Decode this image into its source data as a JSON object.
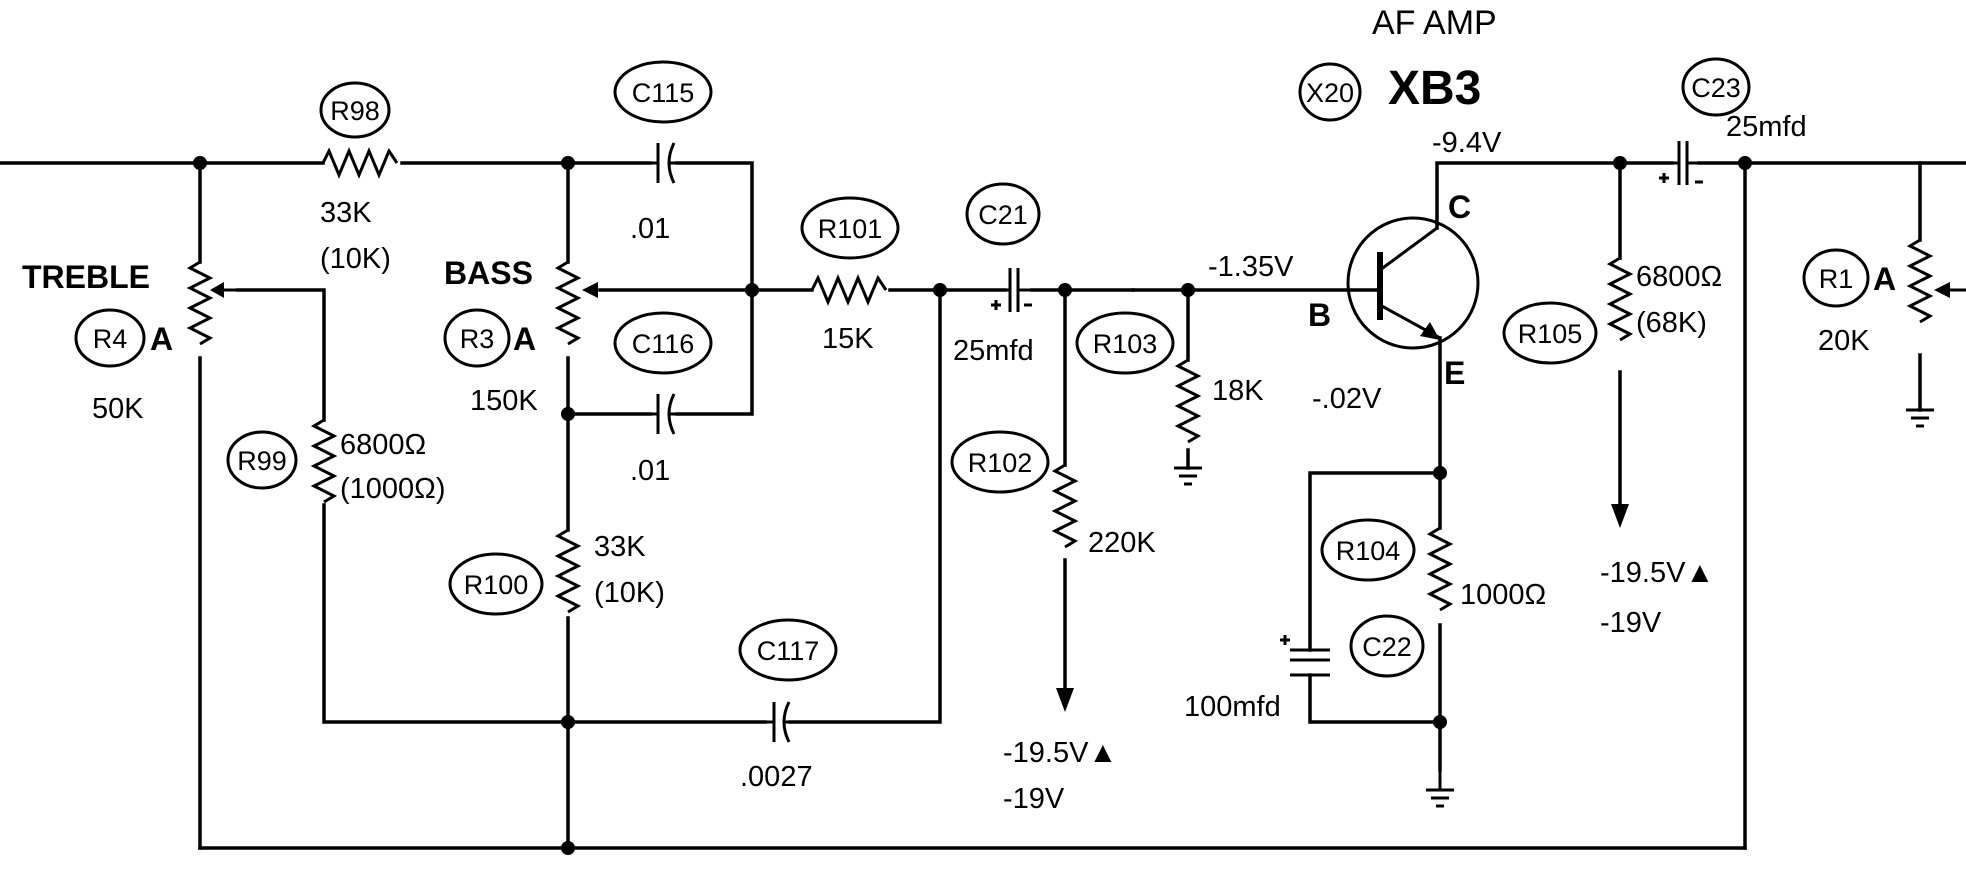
{
  "title": {
    "line1": "AF AMP",
    "x_tag": "X20",
    "part": "XB3"
  },
  "components": {
    "r98": {
      "tag": "R98",
      "value": "33K",
      "alt": "(10K)"
    },
    "c115": {
      "tag": "C115",
      "value": ".01"
    },
    "c116": {
      "tag": "C116",
      "value": ".01"
    },
    "r101": {
      "tag": "R101",
      "value": "15K"
    },
    "c21": {
      "tag": "C21",
      "value": "25mfd"
    },
    "r103": {
      "tag": "R103",
      "value": "18K"
    },
    "r102": {
      "tag": "R102",
      "value": "220K",
      "supply1": "-19.5V▲",
      "supply2": "-19V"
    },
    "r4": {
      "tag": "R4",
      "name": "TREBLE",
      "wiper": "A",
      "value": "50K"
    },
    "r3": {
      "tag": "R3",
      "name": "BASS",
      "wiper": "A",
      "value": "150K"
    },
    "r99": {
      "tag": "R99",
      "value": "6800Ω",
      "alt": "(1000Ω)"
    },
    "r100": {
      "tag": "R100",
      "value": "33K",
      "alt": "(10K)"
    },
    "c117": {
      "tag": "C117",
      "value": ".0027"
    },
    "r104": {
      "tag": "R104",
      "value": "1000Ω"
    },
    "c22": {
      "tag": "C22",
      "value": "100mfd"
    },
    "c23": {
      "tag": "C23",
      "value": "25mfd"
    },
    "r105": {
      "tag": "R105",
      "value": "6800Ω",
      "alt": "(68K)",
      "supply1": "-19.5V▲",
      "supply2": "-19V"
    },
    "r1": {
      "tag": "R1",
      "wiper": "A",
      "value": "20K"
    }
  },
  "transistor": {
    "collector": "C",
    "base": "B",
    "emitter": "E"
  },
  "voltages": {
    "collector": "-9.4V",
    "base": "-1.35V",
    "emitter": "-.02V"
  }
}
